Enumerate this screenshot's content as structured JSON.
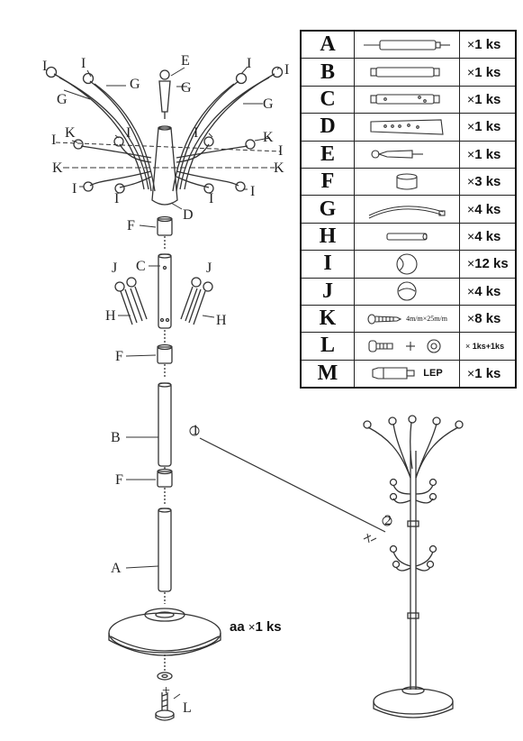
{
  "parts": [
    {
      "letter": "A",
      "icon": "tube-icon",
      "x": "×",
      "qty": "1 ks"
    },
    {
      "letter": "B",
      "icon": "tube-icon",
      "x": "×",
      "qty": "1 ks"
    },
    {
      "letter": "C",
      "icon": "tube-with-holes-icon",
      "x": "×",
      "qty": "1 ks"
    },
    {
      "letter": "D",
      "icon": "tapered-tube-icon",
      "x": "×",
      "qty": "1 ks"
    },
    {
      "letter": "E",
      "icon": "finial-icon",
      "x": "×",
      "qty": "1 ks"
    },
    {
      "letter": "F",
      "icon": "ring-connector-icon",
      "x": "×",
      "qty": "3 ks"
    },
    {
      "letter": "G",
      "icon": "curved-arm-icon",
      "x": "×",
      "qty": "4 ks"
    },
    {
      "letter": "H",
      "icon": "short-rod-icon",
      "x": "×",
      "qty": "4 ks"
    },
    {
      "letter": "I",
      "icon": "large-ball-icon",
      "x": "×",
      "qty": "12 ks"
    },
    {
      "letter": "J",
      "icon": "small-ball-icon",
      "x": "×",
      "qty": "4 ks"
    },
    {
      "letter": "K",
      "icon": "screw-icon",
      "screw_size": "4m/m×25m/m",
      "x": "×",
      "qty": "8 ks"
    },
    {
      "letter": "L",
      "icon": "bolt-washer-icon",
      "x": "×",
      "qty": "1ks+1ks"
    },
    {
      "letter": "M",
      "icon": "glue-tube-icon",
      "note": "LEP",
      "x": "×",
      "qty": "1 ks"
    }
  ],
  "base": {
    "label": "aa",
    "x": "×",
    "qty": "1 ks"
  },
  "diagram_labels": {
    "I": "I",
    "G": "G",
    "E": "E",
    "K": "K",
    "D": "D",
    "F": "F",
    "C": "C",
    "J": "J",
    "H": "H",
    "B": "B",
    "A": "A",
    "L": "L",
    "plus": "+",
    "step1": "1",
    "step2": "2"
  }
}
